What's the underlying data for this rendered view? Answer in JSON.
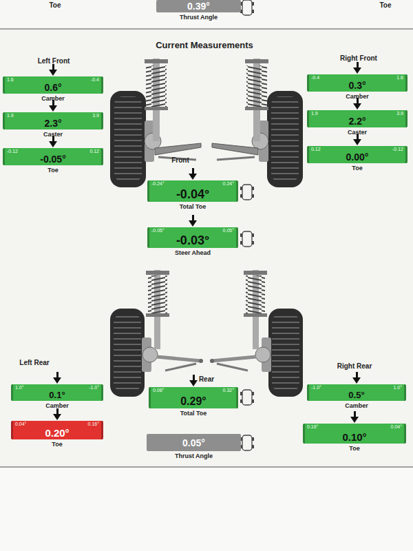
{
  "diagram": {
    "title": "Current Measurements",
    "nodes": [
      {
        "text": [
          "0.39°",
          "Thrust Angle"
        ]
      },
      {
        "text": [
          "1.6",
          "-0.4",
          "0.6°",
          "Camber"
        ]
      },
      {
        "text": [
          "1.9",
          "3.9",
          "2.3°",
          "Caster"
        ]
      },
      {
        "text": [
          "-0.12",
          "0.12",
          "-0.05°",
          "Toe"
        ]
      },
      {
        "text": [
          "-0.4",
          "1.6",
          "0.3°",
          "Camber"
        ]
      },
      {
        "text": [
          "1.9",
          "3.9",
          "2.2°",
          "Caster"
        ]
      },
      {
        "text": [
          "0.12",
          "-0.12",
          "0.00°",
          "Toe"
        ]
      },
      {
        "text": [
          "-0.24°",
          "0.24°",
          "-0.04°",
          "Total Toe"
        ]
      },
      {
        "text": [
          "-0.05°",
          "0.05°",
          "-0.03°",
          "Steer Ahead"
        ]
      },
      {
        "text": [
          "1.0°",
          "-1.0°",
          "0.1°",
          "Camber"
        ]
      },
      {
        "text": [
          "0.04°",
          "0.16°",
          "0.20°",
          "Toe"
        ]
      },
      {
        "text": [
          "0.08°",
          "0.32°",
          "0.29°",
          "Total Toe"
        ]
      },
      {
        "text": [
          "-1.0°",
          "1.0°",
          "0.5°",
          "Camber"
        ]
      },
      {
        "text": [
          "0.16°",
          "0.04°",
          "0.10°",
          "Toe"
        ]
      },
      {
        "text": [
          "0.05°",
          "Thrust Angle"
        ]
      }
    ],
    "labels": [
      "Toe",
      "Toe",
      "Left Front",
      "Right Front",
      "Front",
      "Left Rear",
      "Right Rear",
      "Rear"
    ]
  }
}
